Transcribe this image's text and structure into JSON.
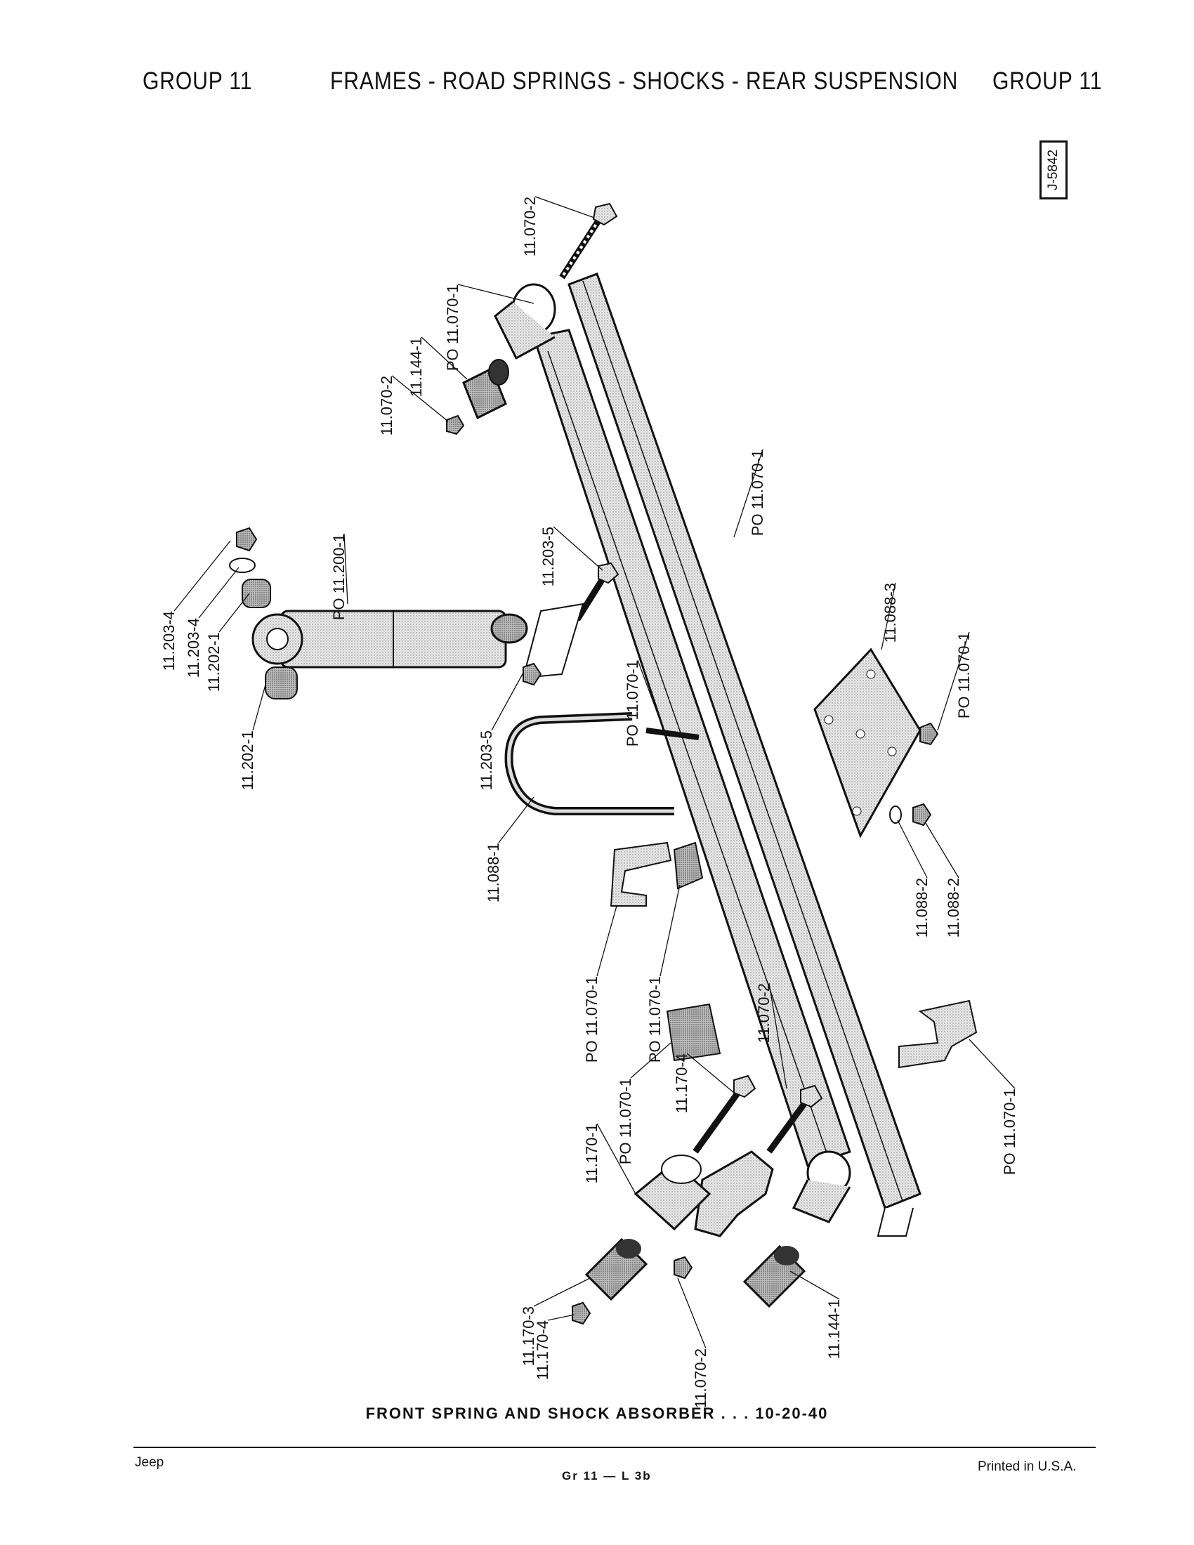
{
  "header": {
    "left": "GROUP 11",
    "center": "FRAMES - ROAD SPRINGS - SHOCKS - REAR SUSPENSION",
    "right": "GROUP 11"
  },
  "figure_code": "J-5842",
  "callouts": [
    "11.070-2",
    "PO 11.070-1",
    "11.144-1",
    "11.070-2",
    "PO 11.070-1",
    "PO 11.200-1",
    "11.203-4",
    "11.203-4",
    "11.202-1",
    "11.202-1",
    "11.203-5",
    "11.203-5",
    "PO 11.070-1",
    "11.088-3",
    "PO 11.070-1",
    "11.088-1",
    "11.088-2",
    "11.088-2",
    "PO 11.070-1",
    "PO 11.070-1",
    "PO 11.070-1",
    "11.070-2",
    "11.170-4",
    "11.170-1",
    "PO 11.070-1",
    "11.170-3",
    "11.170-4",
    "11.070-2",
    "11.144-1"
  ],
  "caption": "FRONT SPRING AND SHOCK ABSORBER . . . 10-20-40",
  "footer": {
    "left": "Jeep",
    "center": "Gr 11 — L 3b",
    "right": "Printed in U.S.A."
  }
}
